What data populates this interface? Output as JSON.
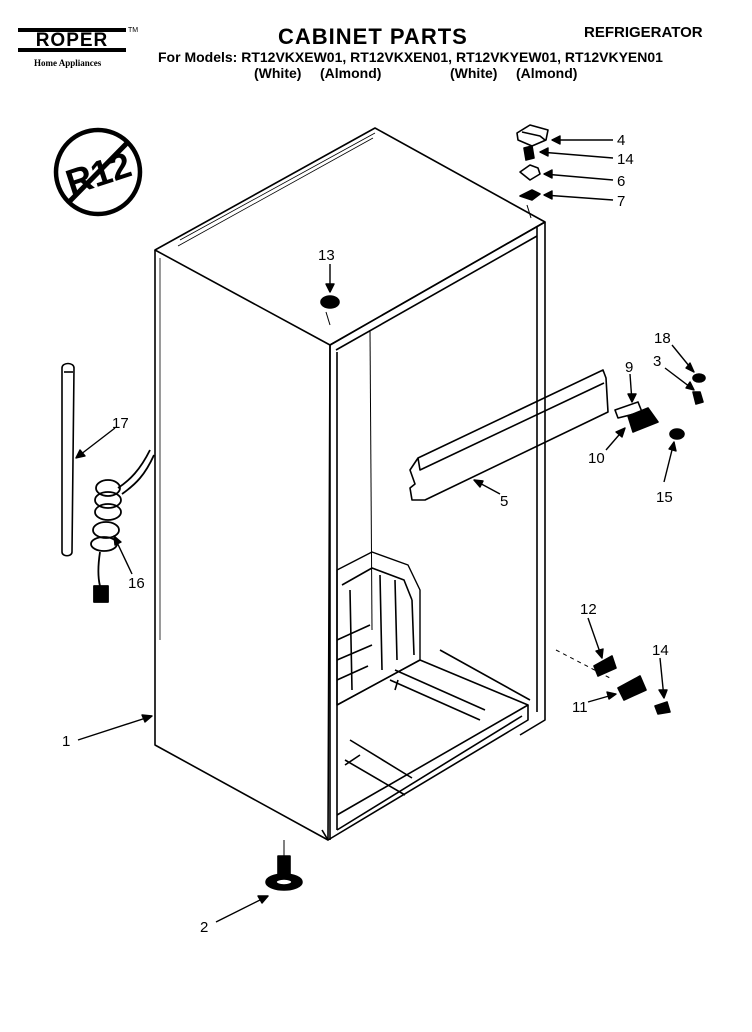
{
  "header": {
    "brand": "ROPER",
    "brand_tm": "TM",
    "brand_sub": "Home Appliances",
    "title": "CABINET PARTS",
    "category": "REFRIGERATOR",
    "models": "For Models: RT12VKXEW01, RT12VKXEN01, RT12VKYEW01, RT12VKYEN01",
    "colors": [
      "(White)",
      "(Almond)",
      "(White)",
      "(Almond)"
    ]
  },
  "badge": {
    "text": "R12"
  },
  "callouts": [
    "4",
    "14",
    "6",
    "7",
    "13",
    "18",
    "3",
    "9",
    "10",
    "15",
    "5",
    "17",
    "16",
    "12",
    "14",
    "11",
    "1",
    "2"
  ]
}
